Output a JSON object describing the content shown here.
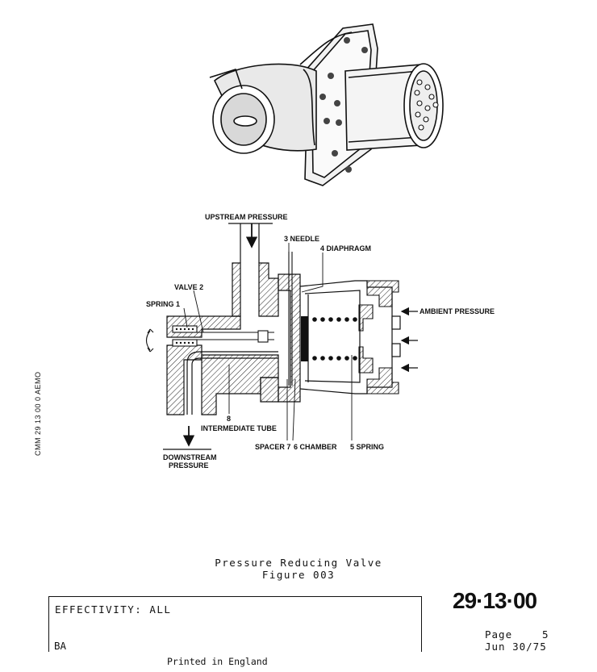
{
  "figure": {
    "title": "Pressure Reducing Valve",
    "number": "Figure 003"
  },
  "diagram_labels": {
    "upstream": "UPSTREAM  PRESSURE",
    "needle": "3 NEEDLE",
    "diaphragm": "4 DIAPHRAGM",
    "valve": "VALVE 2",
    "spring1": "SPRING  1",
    "ambient": "AMBIENT PRESSURE",
    "tube_num": "8",
    "tube": "INTERMEDIATE TUBE",
    "spacer": "SPACER 7",
    "chamber": "6 CHAMBER",
    "spring5": "5 SPRING",
    "downstream_1": "DOWNSTREAM",
    "downstream_2": "PRESSURE"
  },
  "side_code": "CMM 29 13 00 0 AEMO",
  "effectivity": "EFFECTIVITY: ALL",
  "operator": "BA",
  "chapter": "29·13·00",
  "page_label": "Page",
  "page_number": "5",
  "date": "Jun 30/75",
  "printed": "Printed in England"
}
